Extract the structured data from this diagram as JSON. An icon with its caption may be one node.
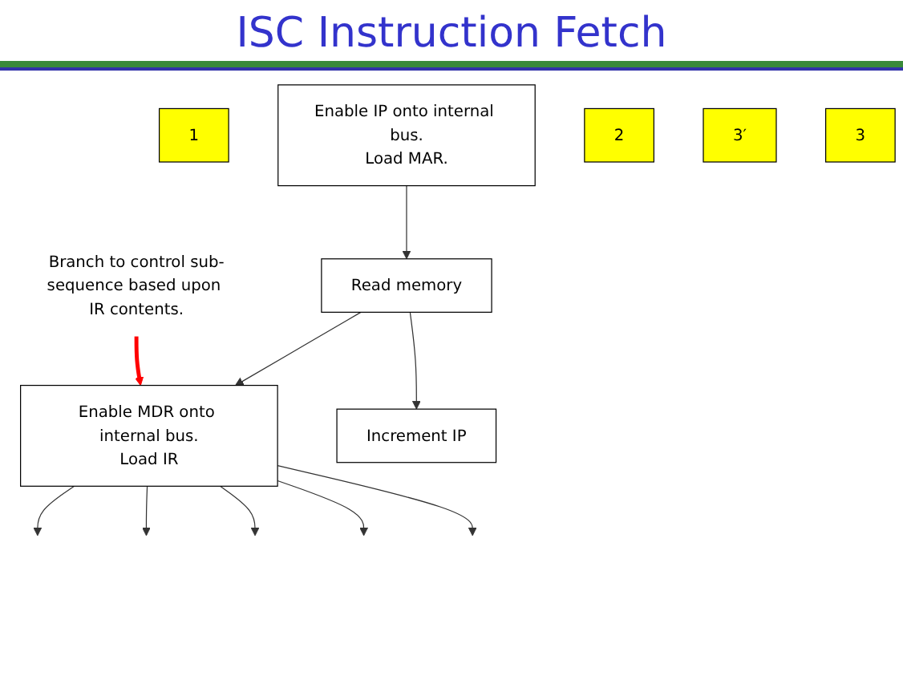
{
  "diagram": {
    "title": "ISC Instruction Fetch",
    "nodes": [
      {
        "text": [
          "1"
        ]
      },
      {
        "text": [
          "Enable IP onto internal bus.",
          "Load MAR."
        ]
      },
      {
        "text": [
          "2"
        ]
      },
      {
        "text": [
          "Read memory"
        ]
      },
      {
        "text": [
          "3′"
        ]
      },
      {
        "text": [
          "3"
        ]
      },
      {
        "text": [
          "Enable MDR onto internal bus.",
          "Load IR"
        ]
      },
      {
        "text": [
          "Increment IP"
        ]
      },
      {
        "text": [
          "Branch to control sub-sequence based upon IR contents."
        ]
      }
    ],
    "edges": [
      {
        "from": 1,
        "to": 3,
        "arrow": "to"
      },
      {
        "from": 3,
        "to": 6,
        "arrow": "to"
      },
      {
        "from": 3,
        "to": 7,
        "arrow": "to"
      },
      {
        "from": 6,
        "to": null,
        "arrow": "to"
      },
      {
        "from": 6,
        "to": null,
        "arrow": "to"
      },
      {
        "from": 6,
        "to": null,
        "arrow": "to"
      },
      {
        "from": 6,
        "to": null,
        "arrow": "to"
      },
      {
        "from": 6,
        "to": null,
        "arrow": "to"
      },
      {
        "from": 8,
        "to": 6,
        "arrow": "to",
        "style": "thick",
        "color": "#ff0000"
      }
    ]
  }
}
